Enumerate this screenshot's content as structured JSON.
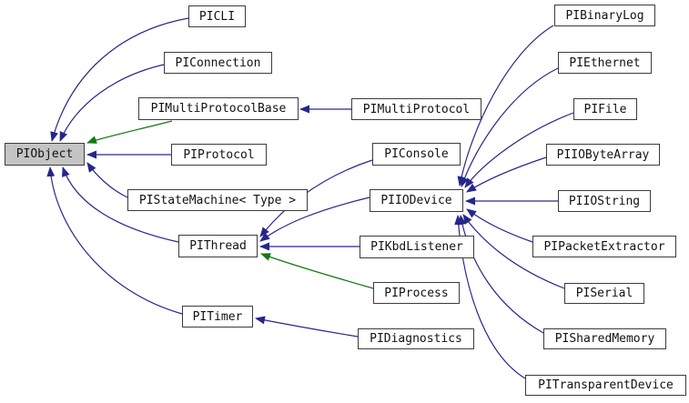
{
  "diagram": {
    "type": "class-inheritance-graph",
    "root": "PIObject",
    "colors": {
      "edge_public_inheritance": "#27278f",
      "edge_protected_inheritance": "#147814",
      "node_border": "#3c3c3c",
      "node_fill": "#ffffff",
      "root_node_fill": "#c4c4c4",
      "text": "#121212",
      "background": "#ffffff"
    },
    "nodes": [
      {
        "id": "piobject",
        "label": "PIObject",
        "root": true
      },
      {
        "id": "picli",
        "label": "PICLI"
      },
      {
        "id": "piconnection",
        "label": "PIConnection"
      },
      {
        "id": "pimultiprotocolbase",
        "label": "PIMultiProtocolBase"
      },
      {
        "id": "piprotocol",
        "label": "PIProtocol"
      },
      {
        "id": "pistatemachine",
        "label": "PIStateMachine< Type >"
      },
      {
        "id": "pithread",
        "label": "PIThread"
      },
      {
        "id": "pitimer",
        "label": "PITimer"
      },
      {
        "id": "pimultiprotocol",
        "label": "PIMultiProtocol"
      },
      {
        "id": "piconsole",
        "label": "PIConsole"
      },
      {
        "id": "piiodevice",
        "label": "PIIODevice"
      },
      {
        "id": "pikbdlistener",
        "label": "PIKbdListener"
      },
      {
        "id": "piprocess",
        "label": "PIProcess"
      },
      {
        "id": "pidiagnostics",
        "label": "PIDiagnostics"
      },
      {
        "id": "pibinarylog",
        "label": "PIBinaryLog"
      },
      {
        "id": "piethernet",
        "label": "PIEthernet"
      },
      {
        "id": "pifile",
        "label": "PIFile"
      },
      {
        "id": "piiobytearray",
        "label": "PIIOByteArray"
      },
      {
        "id": "piiostring",
        "label": "PIIOString"
      },
      {
        "id": "pipacketextractor",
        "label": "PIPacketExtractor"
      },
      {
        "id": "piserial",
        "label": "PISerial"
      },
      {
        "id": "pisharedmemory",
        "label": "PISharedMemory"
      },
      {
        "id": "pitransparentdevice",
        "label": "PITransparentDevice"
      }
    ],
    "edges": [
      {
        "from": "PICLI",
        "to": "PIObject",
        "type": "public"
      },
      {
        "from": "PIConnection",
        "to": "PIObject",
        "type": "public"
      },
      {
        "from": "PIMultiProtocolBase",
        "to": "PIObject",
        "type": "protected"
      },
      {
        "from": "PIProtocol",
        "to": "PIObject",
        "type": "public"
      },
      {
        "from": "PIStateMachine< Type >",
        "to": "PIObject",
        "type": "public"
      },
      {
        "from": "PIThread",
        "to": "PIObject",
        "type": "public"
      },
      {
        "from": "PITimer",
        "to": "PIObject",
        "type": "public"
      },
      {
        "from": "PIMultiProtocol",
        "to": "PIMultiProtocolBase",
        "type": "public"
      },
      {
        "from": "PIConsole",
        "to": "PIThread",
        "type": "public"
      },
      {
        "from": "PIIODevice",
        "to": "PIThread",
        "type": "public"
      },
      {
        "from": "PIKbdListener",
        "to": "PIThread",
        "type": "public"
      },
      {
        "from": "PIProcess",
        "to": "PIThread",
        "type": "protected"
      },
      {
        "from": "PIDiagnostics",
        "to": "PITimer",
        "type": "public"
      },
      {
        "from": "PIBinaryLog",
        "to": "PIIODevice",
        "type": "public"
      },
      {
        "from": "PIEthernet",
        "to": "PIIODevice",
        "type": "public"
      },
      {
        "from": "PIFile",
        "to": "PIIODevice",
        "type": "public"
      },
      {
        "from": "PIIOByteArray",
        "to": "PIIODevice",
        "type": "public"
      },
      {
        "from": "PIIOString",
        "to": "PIIODevice",
        "type": "public"
      },
      {
        "from": "PIPacketExtractor",
        "to": "PIIODevice",
        "type": "public"
      },
      {
        "from": "PISerial",
        "to": "PIIODevice",
        "type": "public"
      },
      {
        "from": "PISharedMemory",
        "to": "PIIODevice",
        "type": "public"
      },
      {
        "from": "PITransparentDevice",
        "to": "PIIODevice",
        "type": "public"
      }
    ]
  }
}
